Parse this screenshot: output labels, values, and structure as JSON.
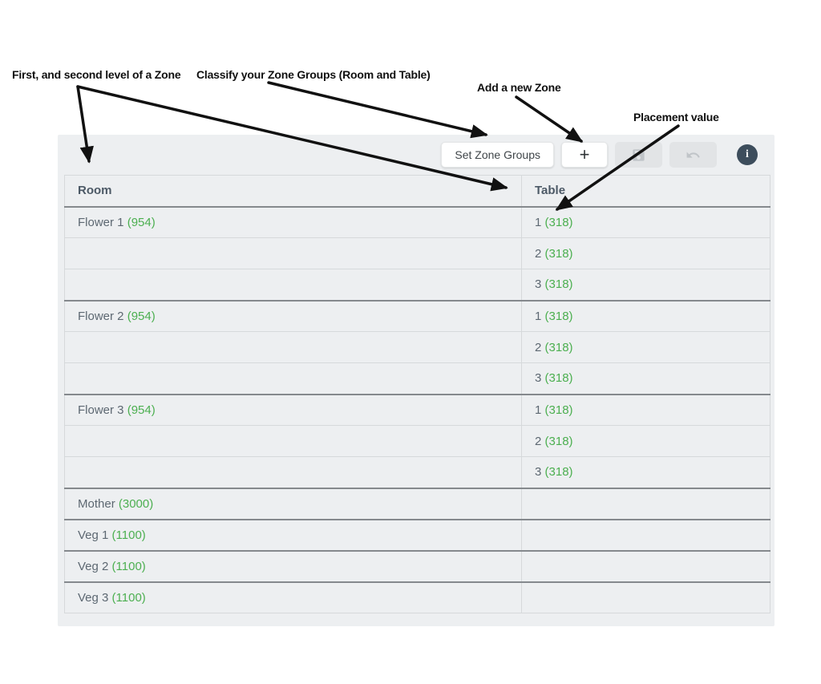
{
  "annotations": {
    "first_second_level": "First, and second level of a Zone",
    "classify": "Classify your Zone Groups (Room and Table)",
    "add_new": "Add a new Zone",
    "placement": "Placement value"
  },
  "toolbar": {
    "set_zone_groups_label": "Set Zone Groups",
    "add_label": "+",
    "save_icon": "floppy-disk",
    "undo_icon": "undo-arrow",
    "info_glyph": "i"
  },
  "colors": {
    "value_green": "#4caf50",
    "info_badge_bg": "#3d4d5c",
    "panel_bg": "#edeff1",
    "group_border": "#85898d",
    "row_border": "#d6d9db",
    "annotation_arrow": "#111111"
  },
  "table": {
    "columns": [
      "Room",
      "Table"
    ],
    "rows": [
      {
        "room": "Flower 1",
        "room_value": "(954)",
        "table": "1",
        "table_value": "(318)"
      },
      {
        "room": "",
        "room_value": "",
        "table": "2",
        "table_value": "(318)"
      },
      {
        "room": "",
        "room_value": "",
        "table": "3",
        "table_value": "(318)"
      },
      {
        "room": "Flower 2",
        "room_value": "(954)",
        "table": "1",
        "table_value": "(318)"
      },
      {
        "room": "",
        "room_value": "",
        "table": "2",
        "table_value": "(318)"
      },
      {
        "room": "",
        "room_value": "",
        "table": "3",
        "table_value": "(318)"
      },
      {
        "room": "Flower 3",
        "room_value": "(954)",
        "table": "1",
        "table_value": "(318)"
      },
      {
        "room": "",
        "room_value": "",
        "table": "2",
        "table_value": "(318)"
      },
      {
        "room": "",
        "room_value": "",
        "table": "3",
        "table_value": "(318)"
      },
      {
        "room": "Mother",
        "room_value": "(3000)",
        "table": "",
        "table_value": ""
      },
      {
        "room": "Veg 1",
        "room_value": "(1100)",
        "table": "",
        "table_value": ""
      },
      {
        "room": "Veg 2",
        "room_value": "(1100)",
        "table": "",
        "table_value": ""
      },
      {
        "room": "Veg 3",
        "room_value": "(1100)",
        "table": "",
        "table_value": ""
      }
    ]
  }
}
